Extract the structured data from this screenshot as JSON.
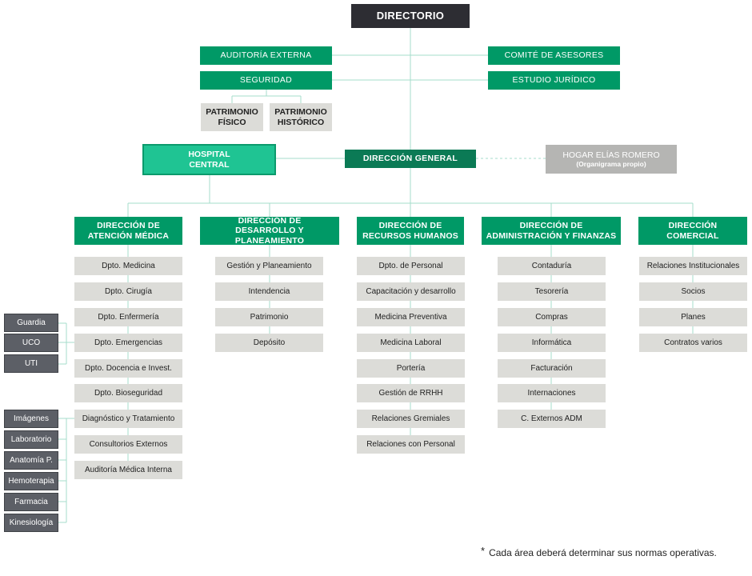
{
  "directorio": "DIRECTORIO",
  "top_left": {
    "auditoria": "AUDITORÍA EXTERNA",
    "seguridad": "SEGURIDAD"
  },
  "top_right": {
    "comite": "COMITÉ DE ASESORES",
    "estudio": "ESTUDIO JURÍDICO"
  },
  "patrimonio": {
    "fisico": [
      "PATRIMONIO",
      "FÍSICO"
    ],
    "historico": [
      "PATRIMONIO",
      "HISTÓRICO"
    ]
  },
  "hospital": [
    "HOSPITAL",
    "CENTRAL"
  ],
  "direccion_general": "DIRECCIÓN GENERAL",
  "hogar": {
    "name": "HOGAR ELÍAS ROMERO",
    "sub": "(Organigrama propio)"
  },
  "columns": [
    {
      "title": [
        "DIRECCIÓN DE",
        "ATENCIÓN MÉDICA"
      ],
      "items": [
        "Dpto. Medicina",
        "Dpto. Cirugía",
        "Dpto. Enfermería",
        "Dpto. Emergencias",
        "Dpto. Docencia e Invest.",
        "Dpto. Bioseguridad",
        "Diagnóstico y Tratamiento",
        "Consultorios Externos",
        "Auditoría Médica Interna"
      ]
    },
    {
      "title": [
        "DIRECCIÓN DE",
        "DESARROLLO Y PLANEAMIENTO"
      ],
      "items": [
        "Gestión y Planeamiento",
        "Intendencia",
        "Patrimonio",
        "Depósito"
      ]
    },
    {
      "title": [
        "DIRECCIÓN DE",
        "RECURSOS HUMANOS"
      ],
      "items": [
        "Dpto. de Personal",
        "Capacitación y desarrollo",
        "Medicina Preventiva",
        "Medicina Laboral",
        "Portería",
        "Gestión de RRHH",
        "Relaciones Gremiales",
        "Relaciones con Personal"
      ]
    },
    {
      "title": [
        "DIRECCIÓN DE",
        "ADMINISTRACIÓN Y FINANZAS"
      ],
      "items": [
        "Contaduría",
        "Tesorería",
        "Compras",
        "Informática",
        "Facturación",
        "Internaciones",
        "C. Externos ADM"
      ]
    },
    {
      "title": [
        "DIRECCIÓN",
        "COMERCIAL"
      ],
      "items": [
        "Relaciones Institucionales",
        "Socios",
        "Planes",
        "Contratos varios"
      ]
    }
  ],
  "emergencias_units": [
    "Guardia",
    "UCO",
    "UTI"
  ],
  "diagnostico_units": [
    "Imágenes",
    "Laboratorio",
    "Anatomía P.",
    "Hemoterapia",
    "Farmacia",
    "Kinesiología"
  ],
  "footnote": {
    "star": "*",
    "text": "Cada área deberá determinar sus normas operativas."
  },
  "colors": {
    "dark": "#2d2d33",
    "green": "#009966",
    "deep_green": "#0b7a55",
    "light_green": "#1fc493",
    "light_gray": "#dcdcd8",
    "gray": "#b5b5b3",
    "slate": "#5c5f66",
    "line": "#a6dccb"
  }
}
